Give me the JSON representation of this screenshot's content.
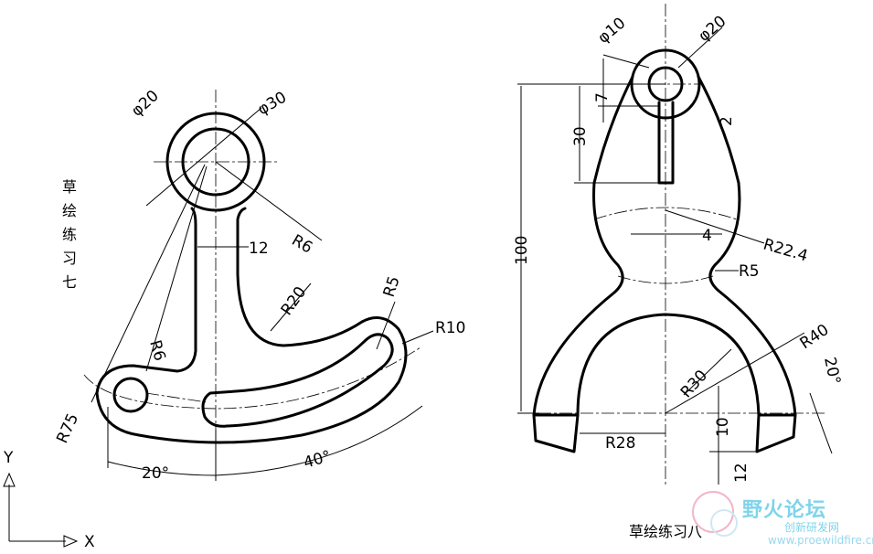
{
  "titles": {
    "left": "草绘练习七",
    "right": "草绘练习八"
  },
  "ucs": {
    "x_label": "X",
    "y_label": "Y"
  },
  "watermark": {
    "name": "野火论坛",
    "sub": "创新研发网",
    "url": "www.proewildfire.cn"
  },
  "left_dims": {
    "d20": "φ20",
    "d30": "φ30",
    "w12": "12",
    "r6_top": "R6",
    "r20": "R20",
    "r5": "R5",
    "r10": "R10",
    "r6_left": "R6",
    "r75": "R75",
    "a20": "20°",
    "a40": "40°"
  },
  "right_dims": {
    "d10": "φ10",
    "d20": "φ20",
    "h7": "7",
    "h30": "30",
    "w2": "2",
    "h100": "100",
    "w4": "4",
    "r22": "R22.4",
    "r5": "R5",
    "r40": "R40",
    "r30": "R30",
    "h10": "10",
    "r28": "R28",
    "h12": "12",
    "a20": "20°"
  },
  "colors": {
    "line": "#000000",
    "watermark": "#7fd4ea"
  }
}
